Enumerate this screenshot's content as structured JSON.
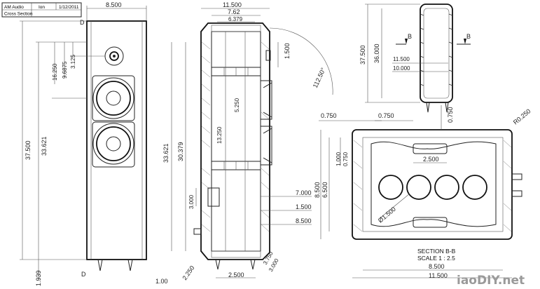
{
  "title_block": {
    "company": "AM Audio",
    "model": "Ion",
    "date": "1/12/2011",
    "description": "Cross Section"
  },
  "front_view": {
    "section_mark_top": "D",
    "section_mark_bottom": "D",
    "width": "8.500",
    "height": "37.500",
    "height_inner": "33.621",
    "d1": "16.250",
    "d2": "9.6875",
    "d3": "3.125",
    "foot": "1.939"
  },
  "side_view": {
    "w_overall": "11.500",
    "w_inner": "7.62",
    "w_brace": "6.379",
    "tweeter_offset": "1.500",
    "brace_height": "5.250",
    "mid_height": "13.250",
    "h1": "33.621",
    "h2": "30.379",
    "port_h": "3.000",
    "d_7": "7.000",
    "d_1_5": "1.500",
    "d_8_5": "8.500",
    "angle": "112.50°",
    "bottom_1": "1.00",
    "bottom_2": "2.250",
    "bottom_3": "2.500",
    "bottom_4": "3.000",
    "bottom_5": "3.750"
  },
  "top_view": {
    "mark_left": "B",
    "mark_right": "B",
    "h_overall": "37.500",
    "h_inner": "36.000",
    "d1": "11.500",
    "d2": "10.000"
  },
  "section_view": {
    "t1": "0.750",
    "t2": "0.750",
    "t3": "0.750",
    "radius": "R0.250",
    "brace_w": "2.500",
    "h_1000": "1.000",
    "h_0750": "0.750",
    "h_8500": "8.500",
    "h_6500": "6.500",
    "hole_d": "Ø1.500",
    "label": "SECTION B-B",
    "scale": "SCALE 1 : 2.5",
    "w_inner": "8.500",
    "w_overall": "11.500"
  },
  "watermark": "iaoDIY.net"
}
